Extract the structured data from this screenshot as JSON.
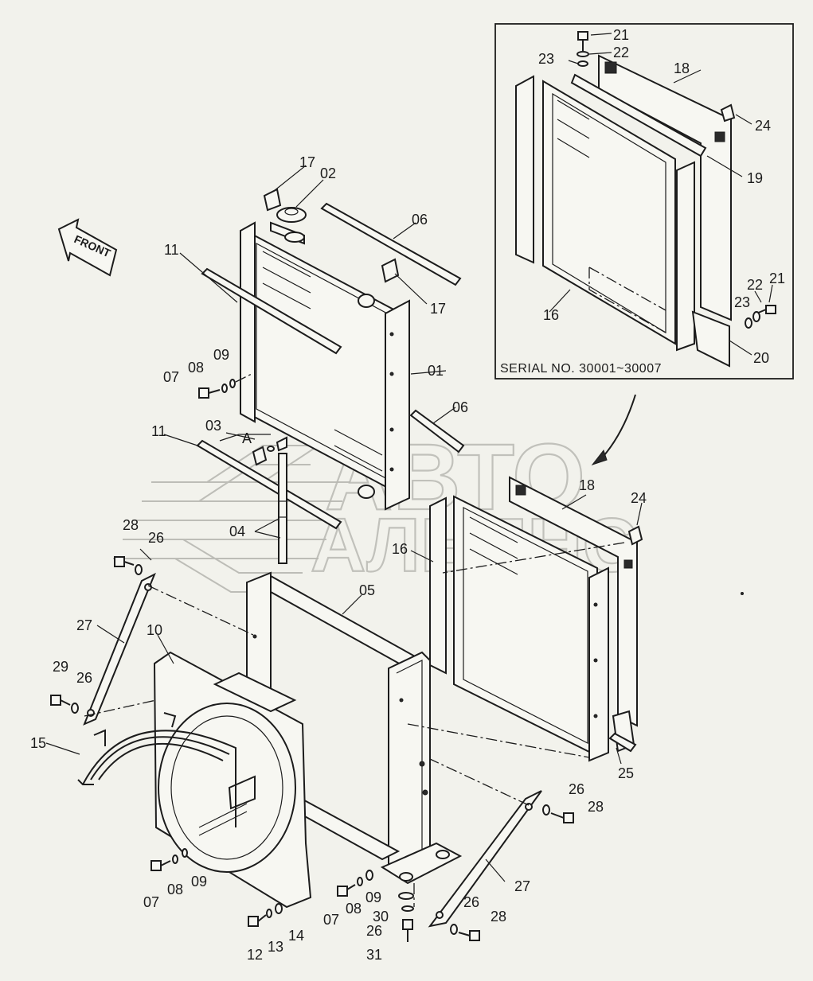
{
  "watermark": {
    "line1": "АВТО",
    "line2": "АЛЬЯНС"
  },
  "front_label": "FRONT",
  "inset": {
    "serial_text": "SERIAL NO. 30001~30007"
  },
  "callouts": [
    {
      "id": "c01",
      "text": "01"
    },
    {
      "id": "c02",
      "text": "02"
    },
    {
      "id": "c03",
      "text": "03"
    },
    {
      "id": "cA",
      "text": "A"
    },
    {
      "id": "c04",
      "text": "04"
    },
    {
      "id": "c05",
      "text": "05"
    },
    {
      "id": "c06a",
      "text": "06"
    },
    {
      "id": "c06b",
      "text": "06"
    },
    {
      "id": "c07a",
      "text": "07"
    },
    {
      "id": "c08a",
      "text": "08"
    },
    {
      "id": "c09a",
      "text": "09"
    },
    {
      "id": "c07b",
      "text": "07"
    },
    {
      "id": "c08b",
      "text": "08"
    },
    {
      "id": "c09b",
      "text": "09"
    },
    {
      "id": "c07c",
      "text": "07"
    },
    {
      "id": "c08c",
      "text": "08"
    },
    {
      "id": "c09c",
      "text": "09"
    },
    {
      "id": "c10",
      "text": "10"
    },
    {
      "id": "c11a",
      "text": "11"
    },
    {
      "id": "c11b",
      "text": "11"
    },
    {
      "id": "c12",
      "text": "12"
    },
    {
      "id": "c13",
      "text": "13"
    },
    {
      "id": "c14",
      "text": "14"
    },
    {
      "id": "c15",
      "text": "15"
    },
    {
      "id": "c16a",
      "text": "16"
    },
    {
      "id": "c16b",
      "text": "16"
    },
    {
      "id": "c17a",
      "text": "17"
    },
    {
      "id": "c17b",
      "text": "17"
    },
    {
      "id": "c18a",
      "text": "18"
    },
    {
      "id": "c18b",
      "text": "18"
    },
    {
      "id": "c19",
      "text": "19"
    },
    {
      "id": "c20",
      "text": "20"
    },
    {
      "id": "c21a",
      "text": "21"
    },
    {
      "id": "c21b",
      "text": "21"
    },
    {
      "id": "c22a",
      "text": "22"
    },
    {
      "id": "c22b",
      "text": "22"
    },
    {
      "id": "c23a",
      "text": "23"
    },
    {
      "id": "c23b",
      "text": "23"
    },
    {
      "id": "c24a",
      "text": "24"
    },
    {
      "id": "c24b",
      "text": "24"
    },
    {
      "id": "c25",
      "text": "25"
    },
    {
      "id": "c26a",
      "text": "26"
    },
    {
      "id": "c26b",
      "text": "26"
    },
    {
      "id": "c26c",
      "text": "26"
    },
    {
      "id": "c26d",
      "text": "26"
    },
    {
      "id": "c26e",
      "text": "26"
    },
    {
      "id": "c27a",
      "text": "27"
    },
    {
      "id": "c27b",
      "text": "27"
    },
    {
      "id": "c28a",
      "text": "28"
    },
    {
      "id": "c28b",
      "text": "28"
    },
    {
      "id": "c28c",
      "text": "28"
    },
    {
      "id": "c29",
      "text": "29"
    },
    {
      "id": "c30",
      "text": "30"
    },
    {
      "id": "c31",
      "text": "31"
    }
  ]
}
